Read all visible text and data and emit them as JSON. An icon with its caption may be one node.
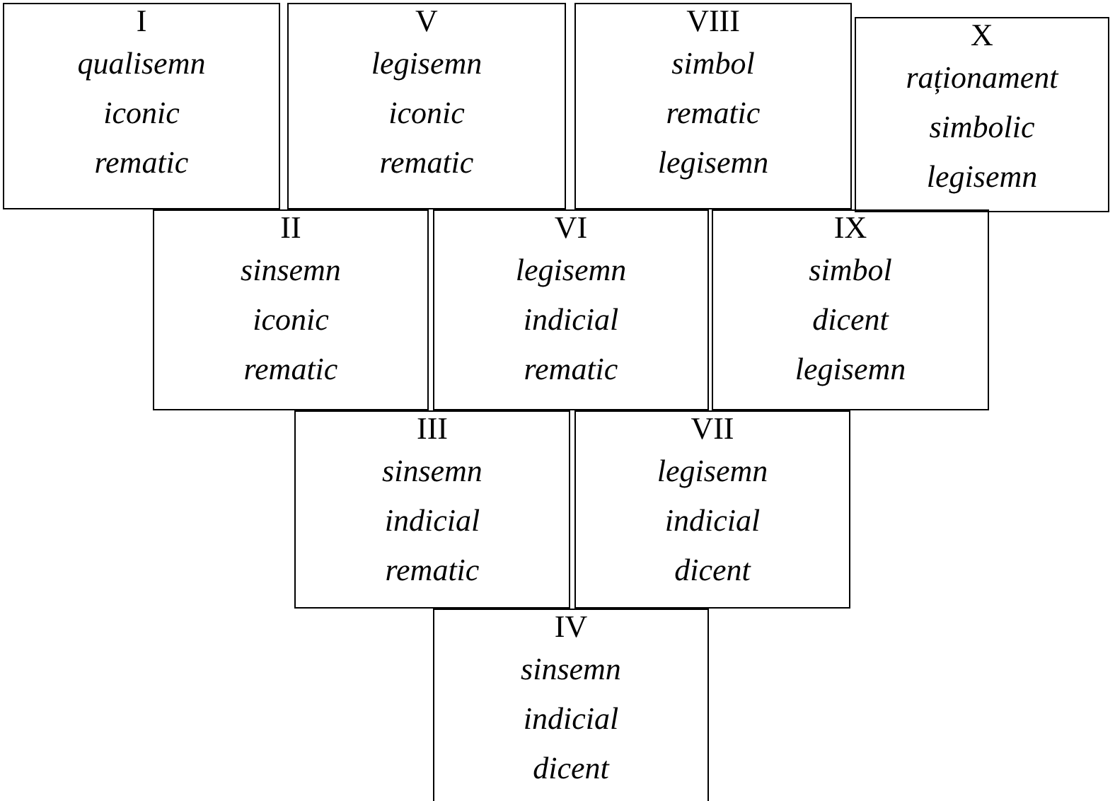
{
  "diagram": {
    "nodes": [
      {
        "text": [
          "I",
          "qualisemn",
          "iconic",
          "rematic"
        ]
      },
      {
        "text": [
          "V",
          "legisemn",
          "iconic",
          "rematic"
        ]
      },
      {
        "text": [
          "VIII",
          "simbol",
          "rematic",
          "legisemn"
        ]
      },
      {
        "text": [
          "X",
          "raționament",
          "simbolic",
          "legisemn"
        ]
      },
      {
        "text": [
          "II",
          "sinsemn",
          "iconic",
          "rematic"
        ]
      },
      {
        "text": [
          "VI",
          "legisemn",
          "indicial",
          "rematic"
        ]
      },
      {
        "text": [
          "IX",
          "simbol",
          "dicent",
          "legisemn"
        ]
      },
      {
        "text": [
          "III",
          "sinsemn",
          "indicial",
          "rematic"
        ]
      },
      {
        "text": [
          "VII",
          "legisemn",
          "indicial",
          "dicent"
        ]
      },
      {
        "text": [
          "IV",
          "sinsemn",
          "indicial",
          "dicent"
        ]
      }
    ]
  }
}
